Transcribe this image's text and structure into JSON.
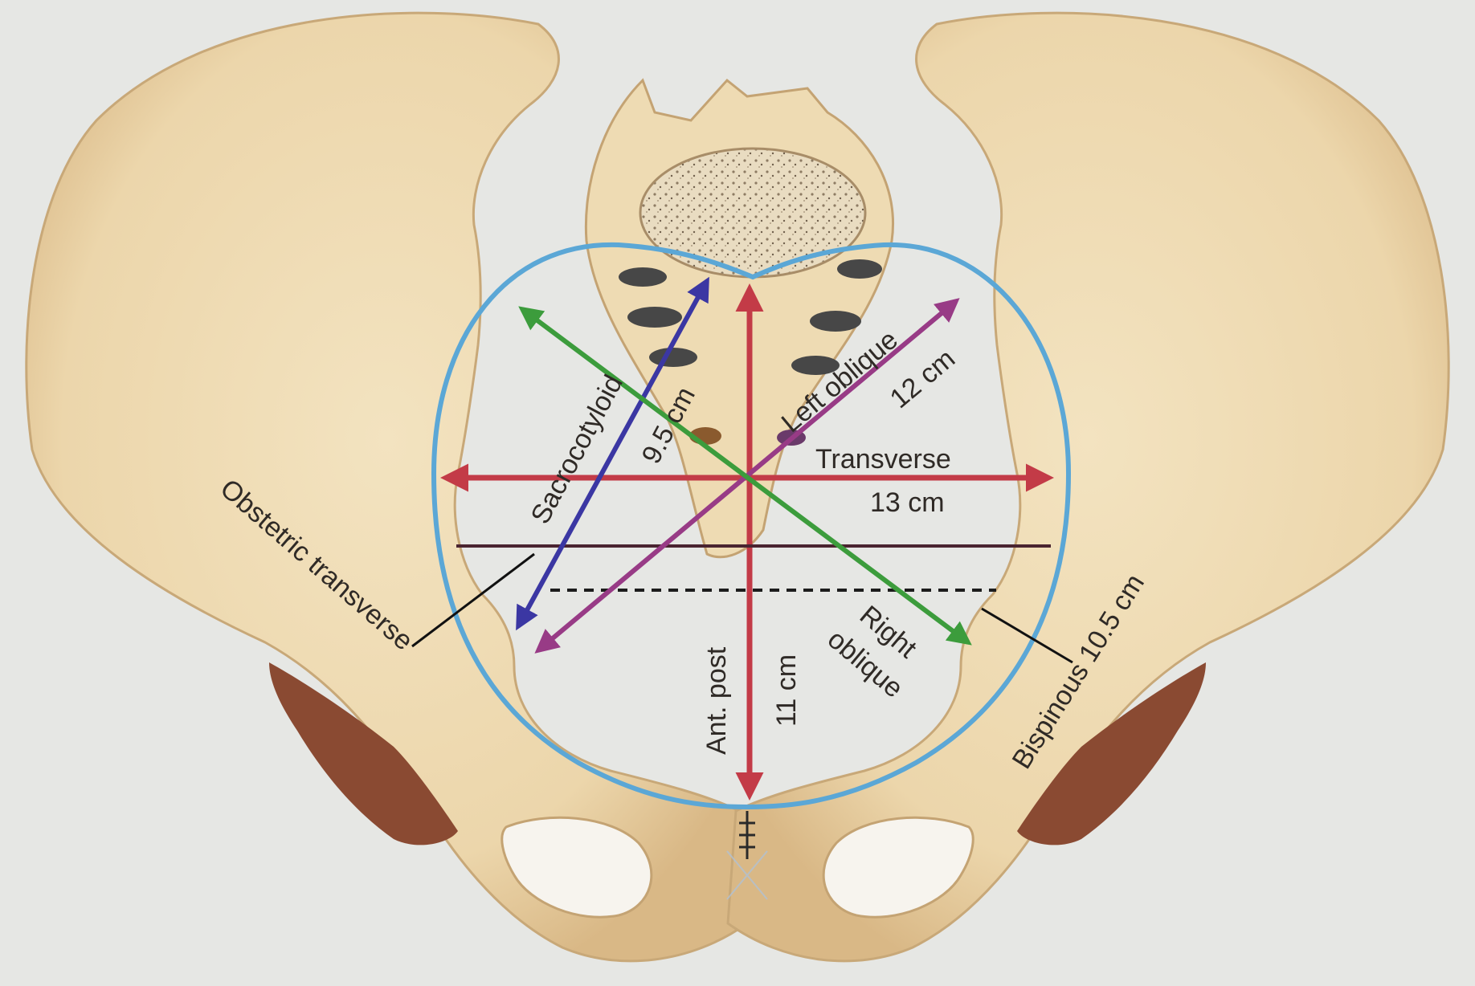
{
  "colors": {
    "background": "#e6e7e4",
    "bone": "#eedbb3",
    "bone_shadow": "#c9a77a",
    "bone_outline": "#bfa071",
    "foramen": "#f7f4ee",
    "muscle": "#8a4a32",
    "inlet_outline": "#5ba7d6",
    "sacral_foramina": "#474747",
    "ant_post": "#c33b47",
    "transverse": "#c33b47",
    "obstetric_transverse": "#4a2430",
    "sacrocotyloid": "#3b37a3",
    "left_oblique": "#983b86",
    "right_oblique": "#3c9c3c",
    "bispinous": "#1c1c1c",
    "leader_line": "#111111"
  },
  "labels": {
    "sacrocotyloid": "Sacrocotyloid",
    "sacrocotyloid_value": "9.5 cm",
    "left_oblique": "Left oblique",
    "left_oblique_value": "12 cm",
    "transverse": "Transverse",
    "transverse_value": "13 cm",
    "obstetric_transverse": "Obstetric transverse",
    "right_oblique_line1": "Right",
    "right_oblique_line2": "oblique",
    "ant_post": "Ant. post",
    "ant_post_value": "11 cm",
    "bispinous": "Bispinous 10.5 cm"
  }
}
